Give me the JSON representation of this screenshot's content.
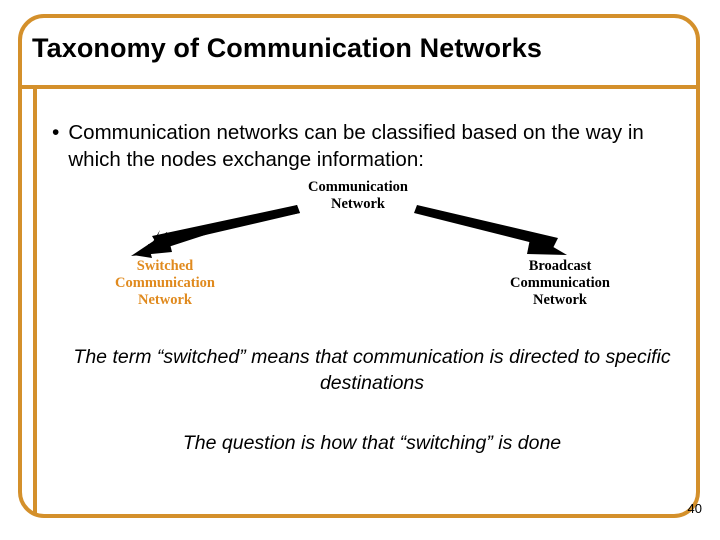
{
  "slide": {
    "page_number": "40",
    "title": "Taxonomy of Communication Networks",
    "accent_color": "#D4902B",
    "switched_color": "#E08A1E",
    "bullet_glyph": "•"
  },
  "bullet": {
    "text": "Communication networks can be classified based on the way in which the nodes exchange information:"
  },
  "diagram": {
    "type": "tree",
    "root": {
      "label": "Communication Network",
      "color": "#000000"
    },
    "branches": [
      {
        "label": "Switched Communication Network",
        "color": "#E08A1E",
        "direction": "left"
      },
      {
        "label": "Broadcast Communication Network",
        "color": "#000000",
        "direction": "right"
      }
    ]
  },
  "callouts": [
    {
      "text": "The term “switched” means that communication is directed to specific destinations"
    },
    {
      "text": "The question is how that “switching” is done"
    }
  ]
}
